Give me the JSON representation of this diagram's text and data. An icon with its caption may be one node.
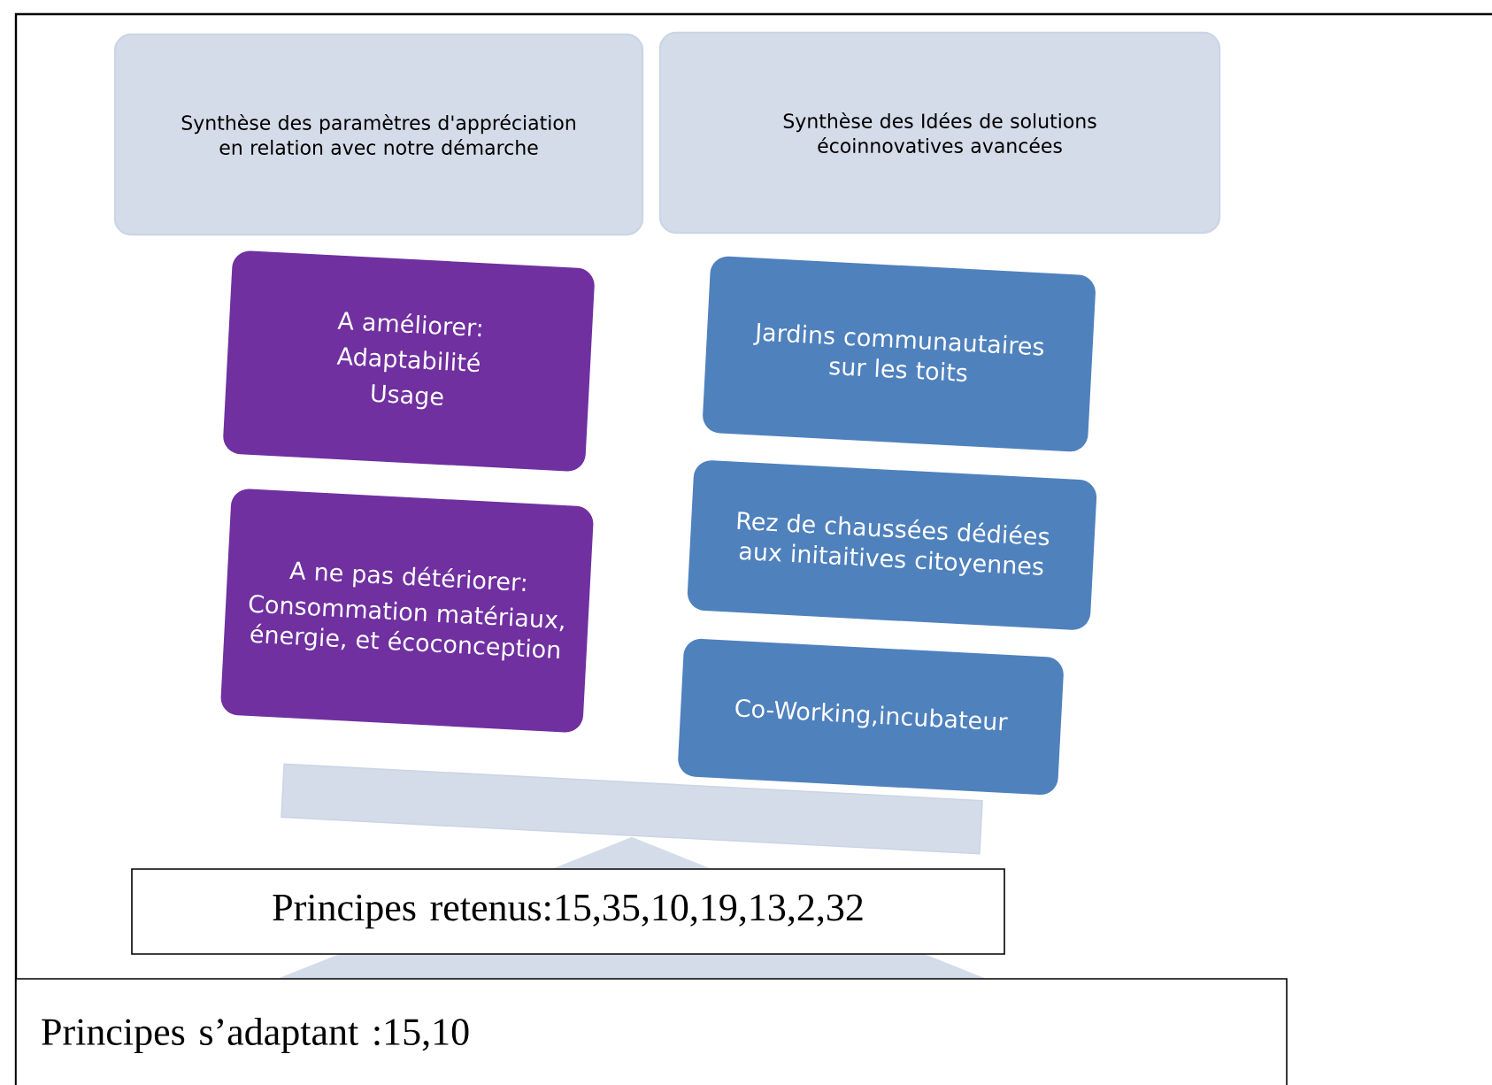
{
  "diagram": {
    "nodes": [
      {
        "text": [
          "Synthèse des paramètres d'appréciation en relation avec notre démarche"
        ]
      },
      {
        "text": [
          "Synthèse des Idées de solutions écoinnovatives avancées"
        ]
      },
      {
        "text": [
          "A améliorer:",
          "Adaptabilité",
          "Usage"
        ]
      },
      {
        "text": [
          "A ne pas détériorer:",
          "Consommation matériaux, énergie, et écoconception"
        ]
      },
      {
        "text": [
          "Jardins communautaires sur les toits"
        ]
      },
      {
        "text": [
          "Rez de chaussées dédiées aux initaitives citoyennes"
        ]
      },
      {
        "text": [
          "Co-Working,incubateur"
        ]
      },
      {
        "text": [],
        "shape": "bar"
      },
      {
        "text": [],
        "shape": "triangle"
      },
      {
        "text": [
          "Principes retenus:15,35,10,19,13,2,32"
        ]
      },
      {
        "text": [
          "Principes s’adaptant :15,10"
        ]
      }
    ]
  }
}
